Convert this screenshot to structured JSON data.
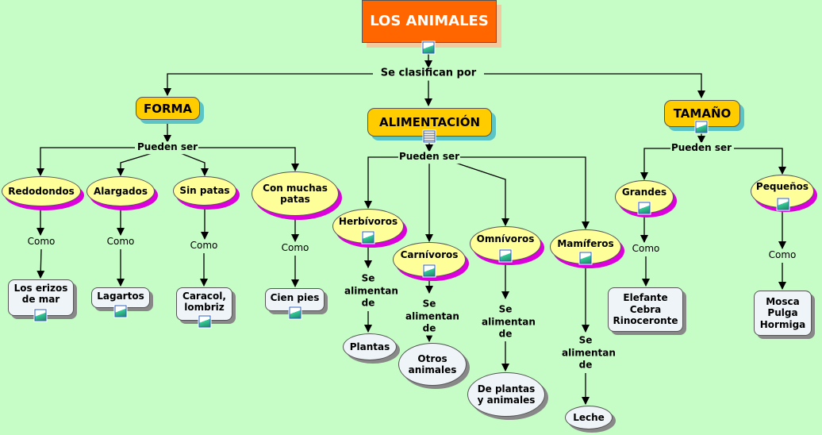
{
  "root": "LOS ANIMALES",
  "root_link": "Se clasifican por",
  "categories": [
    {
      "label": "FORMA",
      "link": "Pueden ser",
      "children": [
        {
          "label": "Redodondos",
          "link": "Como",
          "example": "Los erizos de mar"
        },
        {
          "label": "Alargados",
          "link": "Como",
          "example": "Lagartos"
        },
        {
          "label": "Sin patas",
          "link": "Como",
          "example": "Caracol, lombriz"
        },
        {
          "label": "Con muchas patas",
          "link": "Como",
          "example": "Cien pies"
        }
      ]
    },
    {
      "label": "ALIMENTACIÓN",
      "link": "Pueden ser",
      "children": [
        {
          "label": "Herbívoros",
          "link": "Se alimentan de",
          "example": "Plantas"
        },
        {
          "label": "Carnívoros",
          "link": "Se alimentan de",
          "example": "Otros animales"
        },
        {
          "label": "Omnívoros",
          "link": "Se alimentan de",
          "example": "De plantas y animales"
        },
        {
          "label": "Mamíferos",
          "link": "Se alimentan de",
          "example": "Leche"
        }
      ]
    },
    {
      "label": "TAMAÑO",
      "link": "Pueden ser",
      "children": [
        {
          "label": "Grandes",
          "link": "Como",
          "example": "Elefante Cebra Rinoceronte"
        },
        {
          "label": "Pequeños",
          "link": "Como",
          "example": "Mosca Pulga Hormiga"
        }
      ]
    }
  ],
  "colors": {
    "background": "#c6fcc6",
    "root": "#ff6600",
    "category": "#ffcc00",
    "ellipse": "#ffff99",
    "box": "#eef4f8"
  }
}
